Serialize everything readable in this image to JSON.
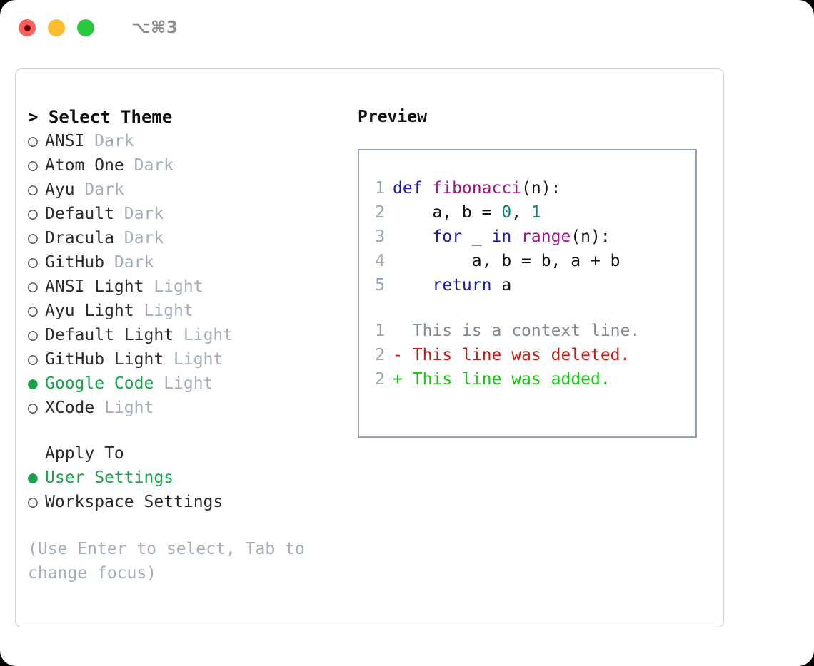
{
  "titlebar": {
    "shortcut": "⌥⌘3",
    "lights": [
      "close-red",
      "minimize-amber",
      "maximize-green"
    ]
  },
  "theme_picker": {
    "header": "> Select Theme",
    "bullet_selected": "●",
    "bullet_unselected": "○",
    "selected_color": "#16a34a",
    "tag_color": "#a3adbb",
    "items": [
      {
        "label": "ANSI",
        "tag": "Dark",
        "selected": false
      },
      {
        "label": "Atom One",
        "tag": "Dark",
        "selected": false
      },
      {
        "label": "Ayu",
        "tag": "Dark",
        "selected": false
      },
      {
        "label": "Default",
        "tag": "Dark",
        "selected": false
      },
      {
        "label": "Dracula",
        "tag": "Dark",
        "selected": false
      },
      {
        "label": "GitHub",
        "tag": "Dark",
        "selected": false
      },
      {
        "label": "ANSI Light",
        "tag": "Light",
        "selected": false
      },
      {
        "label": "Ayu Light",
        "tag": "Light",
        "selected": false
      },
      {
        "label": "Default Light",
        "tag": "Light",
        "selected": false
      },
      {
        "label": "GitHub Light",
        "tag": "Light",
        "selected": false
      },
      {
        "label": "Google Code",
        "tag": "Light",
        "selected": true
      },
      {
        "label": "XCode",
        "tag": "Light",
        "selected": false
      }
    ]
  },
  "apply_to": {
    "title": "Apply To",
    "options": [
      {
        "label": "User Settings",
        "selected": true
      },
      {
        "label": "Workspace Settings",
        "selected": false
      }
    ]
  },
  "hint": "(Use Enter to select, Tab to change focus)",
  "preview": {
    "title": "Preview",
    "border_color": "#97a3b2",
    "code": [
      {
        "number": "1",
        "tokens": [
          {
            "text": "def ",
            "type": "kw"
          },
          {
            "text": "fibonacci",
            "type": "fn"
          },
          {
            "text": "(n):",
            "type": "punc"
          }
        ]
      },
      {
        "number": "2",
        "tokens": [
          {
            "text": "    a, b = ",
            "type": "plain"
          },
          {
            "text": "0",
            "type": "num"
          },
          {
            "text": ", ",
            "type": "plain"
          },
          {
            "text": "1",
            "type": "num"
          }
        ]
      },
      {
        "number": "3",
        "tokens": [
          {
            "text": "    ",
            "type": "plain"
          },
          {
            "text": "for",
            "type": "kw"
          },
          {
            "text": " _ ",
            "type": "plain"
          },
          {
            "text": "in",
            "type": "kw"
          },
          {
            "text": " ",
            "type": "plain"
          },
          {
            "text": "range",
            "type": "fn"
          },
          {
            "text": "(n):",
            "type": "punc"
          }
        ]
      },
      {
        "number": "4",
        "tokens": [
          {
            "text": "        a, b = b, a + b",
            "type": "plain"
          }
        ]
      },
      {
        "number": "5",
        "tokens": [
          {
            "text": "    ",
            "type": "plain"
          },
          {
            "text": "return",
            "type": "kw"
          },
          {
            "text": " a",
            "type": "plain"
          }
        ]
      }
    ],
    "diff": [
      {
        "number": "1",
        "marker": " ",
        "text": "This is a context line.",
        "kind": "ctx"
      },
      {
        "number": "2",
        "marker": "-",
        "text": "This line was deleted.",
        "kind": "del"
      },
      {
        "number": "2",
        "marker": "+",
        "text": "This line was added.",
        "kind": "add"
      }
    ],
    "diff_colors": {
      "context": "#808a94",
      "deleted": "#c01c13",
      "added": "#16c413"
    }
  }
}
